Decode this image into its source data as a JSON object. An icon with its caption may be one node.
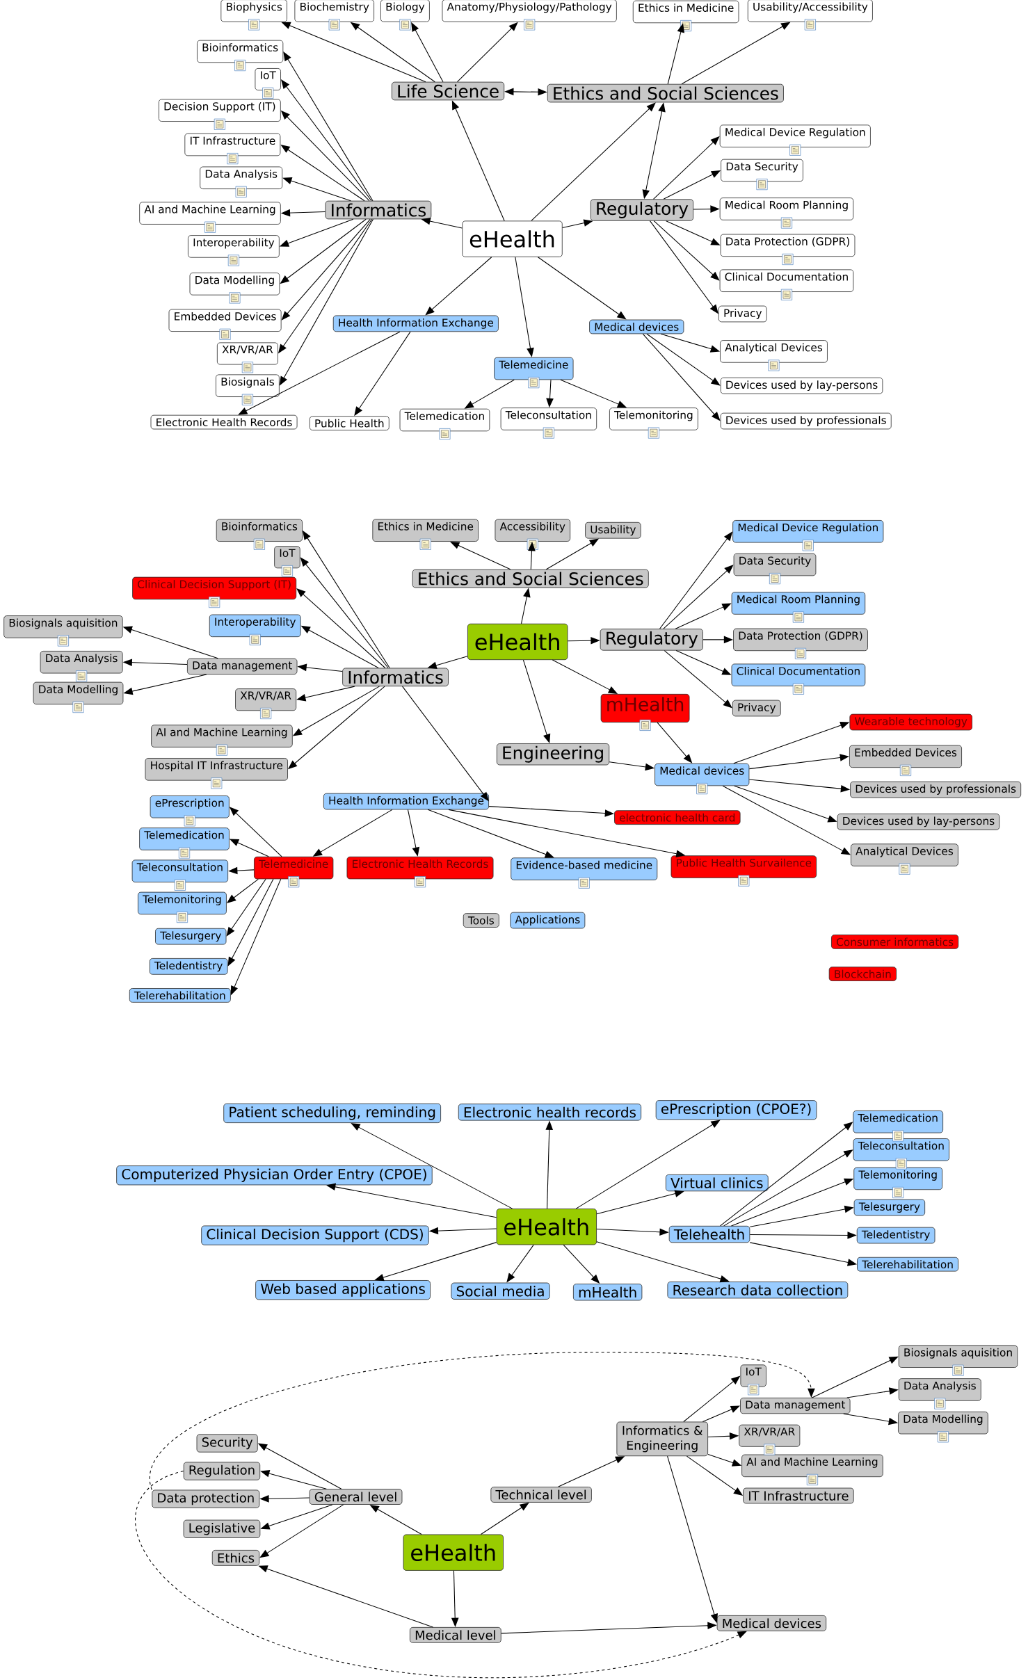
{
  "diagram": {
    "nodes": [
      {
        "text": [
          "eHealth"
        ]
      },
      {
        "text": [
          "Life Science"
        ]
      },
      {
        "text": [
          "Ethics and Social Sciences"
        ]
      },
      {
        "text": [
          "Informatics"
        ]
      },
      {
        "text": [
          "Regulatory"
        ]
      },
      {
        "text": [
          "Health Information Exchange"
        ]
      },
      {
        "text": [
          "Telemedicine"
        ]
      },
      {
        "text": [
          "Medical devices"
        ]
      },
      {
        "text": [
          "Biophysics"
        ]
      },
      {
        "text": [
          "Biochemistry"
        ]
      },
      {
        "text": [
          "Biology"
        ]
      },
      {
        "text": [
          "Anatomy/Physiology/Pathology"
        ]
      },
      {
        "text": [
          "Ethics in Medicine"
        ]
      },
      {
        "text": [
          "Usability/Accessibility"
        ]
      },
      {
        "text": [
          "Bioinformatics"
        ]
      },
      {
        "text": [
          "IoT"
        ]
      },
      {
        "text": [
          "Decision Support (IT)"
        ]
      },
      {
        "text": [
          "IT Infrastructure"
        ]
      },
      {
        "text": [
          "Data Analysis"
        ]
      },
      {
        "text": [
          "AI and Machine Learning"
        ]
      },
      {
        "text": [
          "Interoperability"
        ]
      },
      {
        "text": [
          "Data Modelling"
        ]
      },
      {
        "text": [
          "Embedded Devices"
        ]
      },
      {
        "text": [
          "XR/VR/AR"
        ]
      },
      {
        "text": [
          "Biosignals"
        ]
      },
      {
        "text": [
          "Electronic Health Records"
        ]
      },
      {
        "text": [
          "Public Health"
        ]
      },
      {
        "text": [
          "Telemedication"
        ]
      },
      {
        "text": [
          "Teleconsultation"
        ]
      },
      {
        "text": [
          "Telemonitoring"
        ]
      },
      {
        "text": [
          "Medical Device Regulation"
        ]
      },
      {
        "text": [
          "Data Security"
        ]
      },
      {
        "text": [
          "Medical Room Planning"
        ]
      },
      {
        "text": [
          "Data Protection (GDPR)"
        ]
      },
      {
        "text": [
          "Clinical Documentation"
        ]
      },
      {
        "text": [
          "Privacy"
        ]
      },
      {
        "text": [
          "Analytical Devices"
        ]
      },
      {
        "text": [
          "Devices used by lay-persons"
        ]
      },
      {
        "text": [
          "Devices used by professionals"
        ]
      },
      {
        "text": [
          "eHealth"
        ]
      },
      {
        "text": [
          "Ethics and Social Sciences"
        ]
      },
      {
        "text": [
          "Regulatory"
        ]
      },
      {
        "text": [
          "Informatics"
        ]
      },
      {
        "text": [
          "mHealth"
        ]
      },
      {
        "text": [
          "Engineering"
        ]
      },
      {
        "text": [
          "Medical devices"
        ]
      },
      {
        "text": [
          "Health Information Exchange"
        ]
      },
      {
        "text": [
          "Ethics in Medicine"
        ]
      },
      {
        "text": [
          "Accessibility"
        ]
      },
      {
        "text": [
          "Usability"
        ]
      },
      {
        "text": [
          "Bioinformatics"
        ]
      },
      {
        "text": [
          "IoT"
        ]
      },
      {
        "text": [
          "Clinical Decision Support (IT)"
        ]
      },
      {
        "text": [
          "Interoperability"
        ]
      },
      {
        "text": [
          "Data management"
        ]
      },
      {
        "text": [
          "XR/VR/AR"
        ]
      },
      {
        "text": [
          "AI and Machine Learning"
        ]
      },
      {
        "text": [
          "Hospital IT Infrastructure"
        ]
      },
      {
        "text": [
          "Biosignals aquisition"
        ]
      },
      {
        "text": [
          "Data Analysis"
        ]
      },
      {
        "text": [
          "Data Modelling"
        ]
      },
      {
        "text": [
          "Medical Device Regulation"
        ]
      },
      {
        "text": [
          "Data Security"
        ]
      },
      {
        "text": [
          "Medical Room Planning"
        ]
      },
      {
        "text": [
          "Data Protection (GDPR)"
        ]
      },
      {
        "text": [
          "Clinical Documentation"
        ]
      },
      {
        "text": [
          "Privacy"
        ]
      },
      {
        "text": [
          "Wearable technology"
        ]
      },
      {
        "text": [
          "Embedded Devices"
        ]
      },
      {
        "text": [
          "Devices used by professionals"
        ]
      },
      {
        "text": [
          "Devices used by lay-persons"
        ]
      },
      {
        "text": [
          "Analytical Devices"
        ]
      },
      {
        "text": [
          "Telemedicine"
        ]
      },
      {
        "text": [
          "Electronic Health Records"
        ]
      },
      {
        "text": [
          "Evidence-based medicine"
        ]
      },
      {
        "text": [
          "Public Health Survailence"
        ]
      },
      {
        "text": [
          "electronic health card"
        ]
      },
      {
        "text": [
          "ePrescription"
        ]
      },
      {
        "text": [
          "Telemedication"
        ]
      },
      {
        "text": [
          "Teleconsultation"
        ]
      },
      {
        "text": [
          "Telemonitoring"
        ]
      },
      {
        "text": [
          "Telesurgery"
        ]
      },
      {
        "text": [
          "Teledentistry"
        ]
      },
      {
        "text": [
          "Telerehabilitation"
        ]
      },
      {
        "text": [
          "Tools"
        ]
      },
      {
        "text": [
          "Applications"
        ]
      },
      {
        "text": [
          "Consumer informatics"
        ]
      },
      {
        "text": [
          "Blockchain"
        ]
      },
      {
        "text": [
          "eHealth"
        ]
      },
      {
        "text": [
          "Patient scheduling, reminding"
        ]
      },
      {
        "text": [
          "Electronic health records"
        ]
      },
      {
        "text": [
          "ePrescription (CPOE?)"
        ]
      },
      {
        "text": [
          "Computerized Physician Order Entry (CPOE)"
        ]
      },
      {
        "text": [
          "Virtual clinics"
        ]
      },
      {
        "text": [
          "Clinical Decision Support (CDS)"
        ]
      },
      {
        "text": [
          "Telehealth"
        ]
      },
      {
        "text": [
          "Web based applications"
        ]
      },
      {
        "text": [
          "Social media"
        ]
      },
      {
        "text": [
          "mHealth"
        ]
      },
      {
        "text": [
          "Research data collection"
        ]
      },
      {
        "text": [
          "Telemedication"
        ]
      },
      {
        "text": [
          "Teleconsultation"
        ]
      },
      {
        "text": [
          "Telemonitoring"
        ]
      },
      {
        "text": [
          "Telesurgery"
        ]
      },
      {
        "text": [
          "Teledentistry"
        ]
      },
      {
        "text": [
          "Telerehabilitation"
        ]
      },
      {
        "text": [
          "eHealth"
        ]
      },
      {
        "text": [
          "General level"
        ]
      },
      {
        "text": [
          "Technical level"
        ]
      },
      {
        "text": [
          "Medical level"
        ]
      },
      {
        "text": [
          "Security"
        ]
      },
      {
        "text": [
          "Regulation"
        ]
      },
      {
        "text": [
          "Data protection"
        ]
      },
      {
        "text": [
          "Legislative"
        ]
      },
      {
        "text": [
          "Ethics"
        ]
      },
      {
        "text": [
          "Informatics & Engineering"
        ]
      },
      {
        "text": [
          "Medical devices"
        ]
      },
      {
        "text": [
          "IoT"
        ]
      },
      {
        "text": [
          "Data management"
        ]
      },
      {
        "text": [
          "XR/VR/AR"
        ]
      },
      {
        "text": [
          "AI and Machine Learning"
        ]
      },
      {
        "text": [
          "IT Infrastructure"
        ]
      },
      {
        "text": [
          "Biosignals aquisition"
        ]
      },
      {
        "text": [
          "Data Analysis"
        ]
      },
      {
        "text": [
          "Data Modelling"
        ]
      }
    ],
    "edges": [
      {
        "from": 0,
        "to": 1,
        "arrow": "to"
      },
      {
        "from": 0,
        "to": 2,
        "arrow": "to"
      },
      {
        "from": 0,
        "to": 3,
        "arrow": "to"
      },
      {
        "from": 0,
        "to": 4,
        "arrow": "to"
      },
      {
        "from": 0,
        "to": 5,
        "arrow": "to"
      },
      {
        "from": 0,
        "to": 6,
        "arrow": "to"
      },
      {
        "from": 0,
        "to": 7,
        "arrow": "to"
      },
      {
        "from": 1,
        "to": 2,
        "arrow": "both"
      },
      {
        "from": 2,
        "to": 4,
        "arrow": "both"
      },
      {
        "from": 1,
        "to": 8,
        "arrow": "to"
      },
      {
        "from": 1,
        "to": 9,
        "arrow": "to"
      },
      {
        "from": 1,
        "to": 10,
        "arrow": "to"
      },
      {
        "from": 1,
        "to": 11,
        "arrow": "to"
      },
      {
        "from": 2,
        "to": 12,
        "arrow": "to"
      },
      {
        "from": 2,
        "to": 13,
        "arrow": "to"
      },
      {
        "from": 3,
        "to": 14,
        "arrow": "to"
      },
      {
        "from": 3,
        "to": 15,
        "arrow": "to"
      },
      {
        "from": 3,
        "to": 16,
        "arrow": "to"
      },
      {
        "from": 3,
        "to": 17,
        "arrow": "to"
      },
      {
        "from": 3,
        "to": 18,
        "arrow": "to"
      },
      {
        "from": 3,
        "to": 19,
        "arrow": "to"
      },
      {
        "from": 3,
        "to": 20,
        "arrow": "to"
      },
      {
        "from": 3,
        "to": 21,
        "arrow": "to"
      },
      {
        "from": 3,
        "to": 22,
        "arrow": "to"
      },
      {
        "from": 3,
        "to": 23,
        "arrow": "to"
      },
      {
        "from": 3,
        "to": 24,
        "arrow": "to"
      },
      {
        "from": 5,
        "to": 25,
        "arrow": "to"
      },
      {
        "from": 5,
        "to": 26,
        "arrow": "to"
      },
      {
        "from": 6,
        "to": 27,
        "arrow": "to"
      },
      {
        "from": 6,
        "to": 28,
        "arrow": "to"
      },
      {
        "from": 6,
        "to": 29,
        "arrow": "to"
      },
      {
        "from": 4,
        "to": 30,
        "arrow": "to"
      },
      {
        "from": 4,
        "to": 31,
        "arrow": "to"
      },
      {
        "from": 4,
        "to": 32,
        "arrow": "to"
      },
      {
        "from": 4,
        "to": 33,
        "arrow": "to"
      },
      {
        "from": 4,
        "to": 34,
        "arrow": "to"
      },
      {
        "from": 4,
        "to": 35,
        "arrow": "to"
      },
      {
        "from": 7,
        "to": 36,
        "arrow": "to"
      },
      {
        "from": 7,
        "to": 37,
        "arrow": "to"
      },
      {
        "from": 7,
        "to": 38,
        "arrow": "to"
      },
      {
        "from": 39,
        "to": 40,
        "arrow": "to"
      },
      {
        "from": 39,
        "to": 41,
        "arrow": "to"
      },
      {
        "from": 39,
        "to": 42,
        "arrow": "to"
      },
      {
        "from": 39,
        "to": 43,
        "arrow": "to"
      },
      {
        "from": 39,
        "to": 44,
        "arrow": "to"
      },
      {
        "from": 40,
        "to": 47,
        "arrow": "to"
      },
      {
        "from": 40,
        "to": 48,
        "arrow": "to"
      },
      {
        "from": 40,
        "to": 49,
        "arrow": "to"
      },
      {
        "from": 42,
        "to": 50,
        "arrow": "to"
      },
      {
        "from": 42,
        "to": 51,
        "arrow": "to"
      },
      {
        "from": 42,
        "to": 52,
        "arrow": "to"
      },
      {
        "from": 42,
        "to": 53,
        "arrow": "to"
      },
      {
        "from": 42,
        "to": 54,
        "arrow": "to"
      },
      {
        "from": 42,
        "to": 55,
        "arrow": "to"
      },
      {
        "from": 42,
        "to": 56,
        "arrow": "to"
      },
      {
        "from": 42,
        "to": 57,
        "arrow": "to"
      },
      {
        "from": 42,
        "to": 46,
        "arrow": "to"
      },
      {
        "from": 54,
        "to": 58,
        "arrow": "to"
      },
      {
        "from": 54,
        "to": 59,
        "arrow": "to"
      },
      {
        "from": 54,
        "to": 60,
        "arrow": "to"
      },
      {
        "from": 41,
        "to": 61,
        "arrow": "to"
      },
      {
        "from": 41,
        "to": 62,
        "arrow": "to"
      },
      {
        "from": 41,
        "to": 63,
        "arrow": "to"
      },
      {
        "from": 41,
        "to": 64,
        "arrow": "to"
      },
      {
        "from": 41,
        "to": 65,
        "arrow": "to"
      },
      {
        "from": 41,
        "to": 66,
        "arrow": "to"
      },
      {
        "from": 43,
        "to": 45,
        "arrow": "to"
      },
      {
        "from": 44,
        "to": 45,
        "arrow": "to"
      },
      {
        "from": 45,
        "to": 67,
        "arrow": "to"
      },
      {
        "from": 45,
        "to": 68,
        "arrow": "to"
      },
      {
        "from": 45,
        "to": 69,
        "arrow": "to"
      },
      {
        "from": 45,
        "to": 70,
        "arrow": "to"
      },
      {
        "from": 45,
        "to": 71,
        "arrow": "to"
      },
      {
        "from": 46,
        "to": 72,
        "arrow": "to"
      },
      {
        "from": 46,
        "to": 73,
        "arrow": "to"
      },
      {
        "from": 46,
        "to": 74,
        "arrow": "to"
      },
      {
        "from": 46,
        "to": 75,
        "arrow": "to"
      },
      {
        "from": 46,
        "to": 76,
        "arrow": "to"
      },
      {
        "from": 72,
        "to": 77,
        "arrow": "to"
      },
      {
        "from": 72,
        "to": 78,
        "arrow": "to"
      },
      {
        "from": 72,
        "to": 79,
        "arrow": "to"
      },
      {
        "from": 72,
        "to": 80,
        "arrow": "to"
      },
      {
        "from": 72,
        "to": 81,
        "arrow": "to"
      },
      {
        "from": 72,
        "to": 82,
        "arrow": "to"
      },
      {
        "from": 72,
        "to": 83,
        "arrow": "to"
      },
      {
        "from": 88,
        "to": 89,
        "arrow": "to"
      },
      {
        "from": 88,
        "to": 90,
        "arrow": "to"
      },
      {
        "from": 88,
        "to": 91,
        "arrow": "to"
      },
      {
        "from": 88,
        "to": 92,
        "arrow": "to"
      },
      {
        "from": 88,
        "to": 93,
        "arrow": "to"
      },
      {
        "from": 88,
        "to": 94,
        "arrow": "to"
      },
      {
        "from": 88,
        "to": 95,
        "arrow": "to"
      },
      {
        "from": 88,
        "to": 96,
        "arrow": "to"
      },
      {
        "from": 88,
        "to": 97,
        "arrow": "to"
      },
      {
        "from": 88,
        "to": 98,
        "arrow": "to"
      },
      {
        "from": 88,
        "to": 99,
        "arrow": "to"
      },
      {
        "from": 95,
        "to": 100,
        "arrow": "to"
      },
      {
        "from": 95,
        "to": 101,
        "arrow": "to"
      },
      {
        "from": 95,
        "to": 102,
        "arrow": "to"
      },
      {
        "from": 95,
        "to": 103,
        "arrow": "to"
      },
      {
        "from": 95,
        "to": 104,
        "arrow": "to"
      },
      {
        "from": 95,
        "to": 105,
        "arrow": "to"
      },
      {
        "from": 106,
        "to": 107,
        "arrow": "to"
      },
      {
        "from": 106,
        "to": 108,
        "arrow": "to"
      },
      {
        "from": 106,
        "to": 109,
        "arrow": "to"
      },
      {
        "from": 107,
        "to": 110,
        "arrow": "to"
      },
      {
        "from": 107,
        "to": 111,
        "arrow": "to"
      },
      {
        "from": 107,
        "to": 112,
        "arrow": "to"
      },
      {
        "from": 107,
        "to": 113,
        "arrow": "to"
      },
      {
        "from": 107,
        "to": 114,
        "arrow": "to"
      },
      {
        "from": 108,
        "to": 115,
        "arrow": "to"
      },
      {
        "from": 109,
        "to": 114,
        "arrow": "to"
      },
      {
        "from": 109,
        "to": 116,
        "arrow": "to"
      },
      {
        "from": 115,
        "to": 117,
        "arrow": "to"
      },
      {
        "from": 115,
        "to": 118,
        "arrow": "to"
      },
      {
        "from": 115,
        "to": 119,
        "arrow": "to"
      },
      {
        "from": 115,
        "to": 120,
        "arrow": "to"
      },
      {
        "from": 115,
        "to": 121,
        "arrow": "to"
      },
      {
        "from": 115,
        "to": 116,
        "arrow": "to"
      },
      {
        "from": 118,
        "to": 122,
        "arrow": "to"
      },
      {
        "from": 118,
        "to": 123,
        "arrow": "to"
      },
      {
        "from": 118,
        "to": 124,
        "arrow": "to"
      },
      {
        "from": 112,
        "to": 118,
        "arrow": "to",
        "style": "dashed"
      },
      {
        "from": 111,
        "to": 116,
        "arrow": "to",
        "style": "dashed"
      }
    ]
  }
}
